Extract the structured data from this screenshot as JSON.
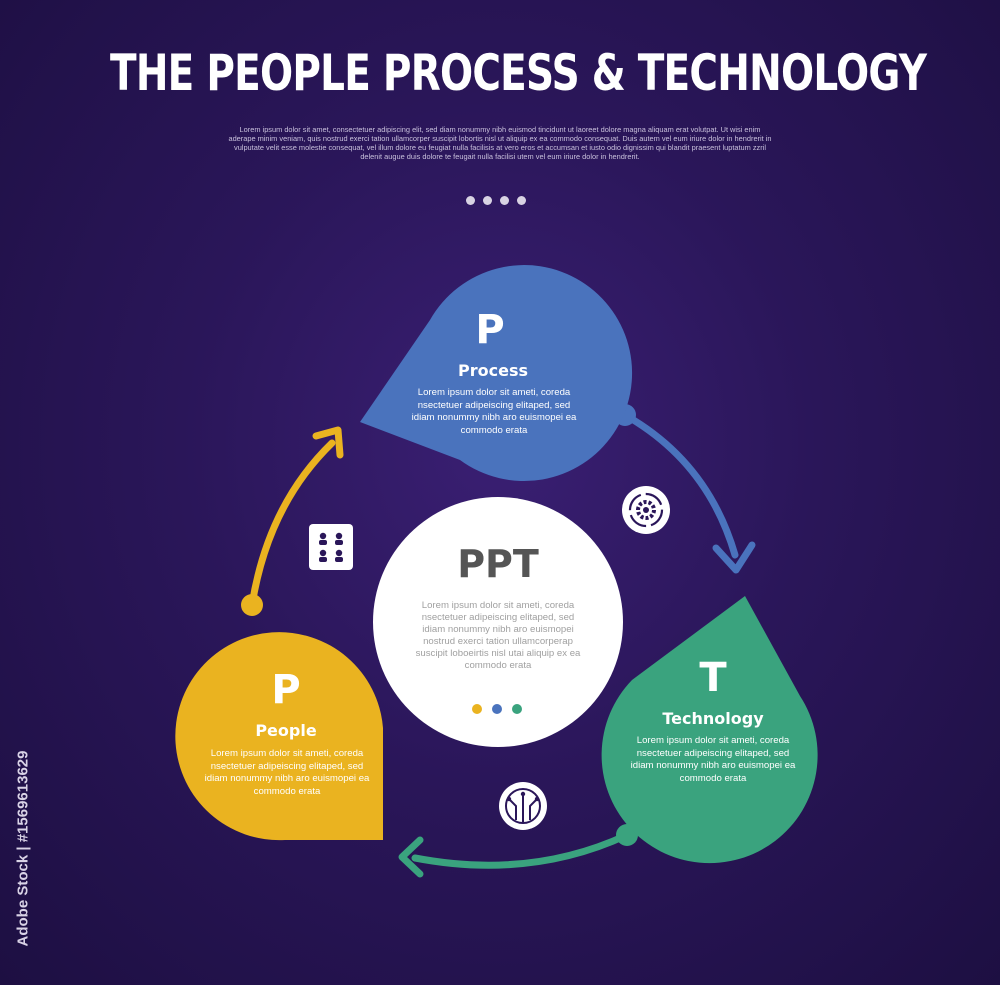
{
  "header": {
    "title": "THE PEOPLE PROCESS & TECHNOLOGY",
    "intro": "Lorem ipsum dolor sit amet, consectetuer adipiscing elit, sed diam nonummy nibh euismod tincidunt ut laoreet dolore magna aliquam erat volutpat. Ut wisi enim aderape minim veniam, quis nostrud exerci tation ullamcorper suscipit lobortis nisl ut aliquip ex ea commodo consequat. Duis autem vel eum iriure dolor in hendrerit in vulputate velit esse molestie consequat, vel illum dolore eu feugiat nulla facilisis at vero eros et accumsan et iusto odio dignissim qui blandit praesent luptatum zzril delenit augue duis dolore te feugait nulla facilisi utem vel eum iriure dolor in hendrerit."
  },
  "stages": {
    "process": {
      "letter": "P",
      "title": "Process",
      "body": "Lorem ipsum dolor sit ameti, coreda nsectetuer adipeiscing elitaped, sed idiam nonummy nibh aro euismopei ea commodo erata",
      "color": "#4a73bd",
      "icon": "gear-cycle-icon"
    },
    "technology": {
      "letter": "T",
      "title": "Technology",
      "body": "Lorem ipsum dolor sit ameti, coreda nsectetuer adipeiscing elitaped, sed idiam nonummy nibh aro euismopei ea commodo erata",
      "color": "#3aa37e",
      "icon": "circuit-tree-icon"
    },
    "people": {
      "letter": "P",
      "title": "People",
      "body": "Lorem ipsum dolor sit ameti, coreda nsectetuer adipeiscing elitaped, sed idiam nonummy nibh aro euismopei ea commodo erata",
      "color": "#eab320",
      "icon": "people-group-icon"
    }
  },
  "center": {
    "title": "PPT",
    "body": "Lorem ipsum dolor sit ameti, coreda nsectetuer adipeiscing elitaped, sed idiam nonummy nibh aro euismopei nostrud exerci tation ullamcorperap suscipit loboeirtis nisl utai aliquip ex ea commodo erata"
  },
  "watermark": "Adobe Stock | #1569613629"
}
